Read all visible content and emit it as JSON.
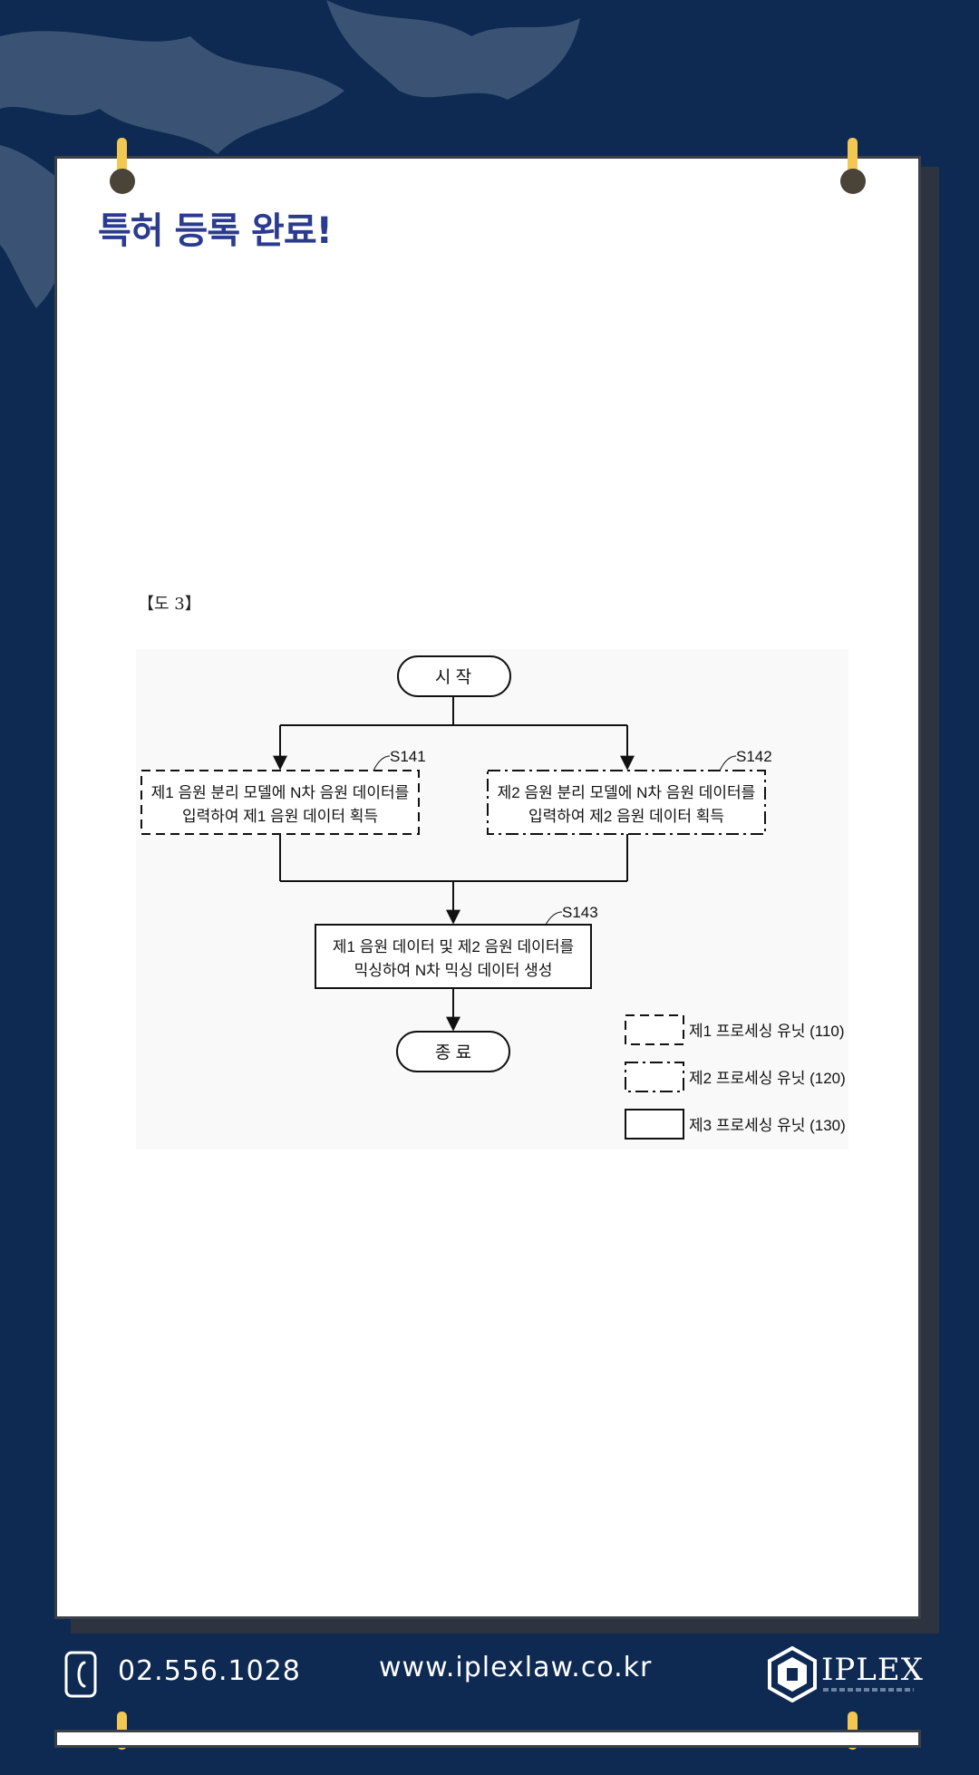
{
  "colors": {
    "background": "#0e2a52",
    "title": "#2b3b8f",
    "pin": "#f2c752",
    "footer_text": "#ffffff"
  },
  "page": {
    "title": "특허 등록 완료!",
    "figure_label": "【도 3】"
  },
  "diagram": {
    "start": "시 작",
    "end": "종 료",
    "steps": [
      {
        "id": "S141",
        "line1": "제1 음원 분리 모델에 N차 음원 데이터를",
        "line2": "입력하여 제1 음원 데이터 획득",
        "border": "dashed"
      },
      {
        "id": "S142",
        "line1": "제2 음원 분리 모델에 N차 음원 데이터를",
        "line2": "입력하여 제2 음원 데이터 획득",
        "border": "dash-dot"
      },
      {
        "id": "S143",
        "line1": "제1 음원 데이터 및 제2 음원 데이터를",
        "line2": "믹싱하여 N차 믹싱 데이터 생성",
        "border": "solid"
      }
    ],
    "legend": [
      {
        "label": "제1 프로세싱 유닛 (110)",
        "border": "dashed"
      },
      {
        "label": "제2 프로세싱 유닛 (120)",
        "border": "dash-dot"
      },
      {
        "label": "제3 프로세싱 유닛 (130)",
        "border": "solid"
      }
    ]
  },
  "footer": {
    "phone": "02.556.1028",
    "website": "www.iplexlaw.co.kr",
    "logo_text": "IPLEX",
    "phone_icon": "phone-icon",
    "logo_icon": "iplex-logo-icon"
  }
}
